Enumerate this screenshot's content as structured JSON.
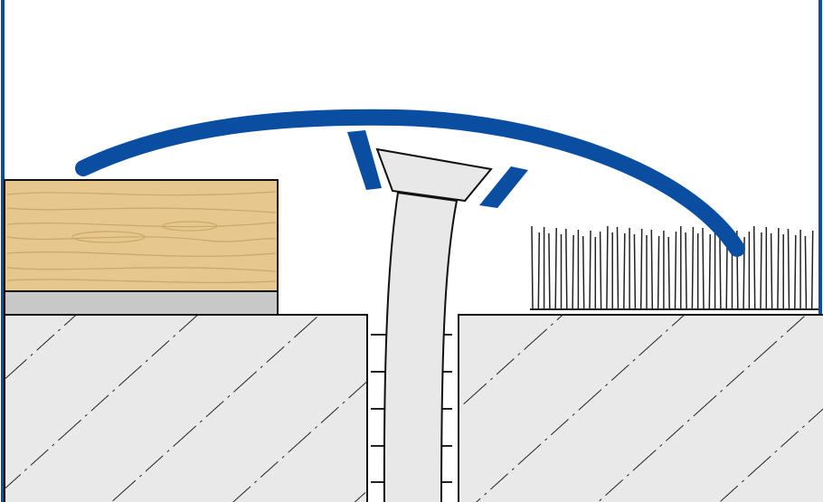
{
  "diagram": {
    "subject": "floor-transition-profile-cross-section",
    "colors": {
      "profile": "#0a4ea2",
      "frame": "#0a4ea2",
      "wood": "#e6c78e",
      "wood_grain": "#c9a464",
      "underlay": "#c8c8c8",
      "concrete": "#e9e9e9",
      "screw": "#e8e8e8",
      "outline": "#111111"
    },
    "parts": [
      "wood-floor-board",
      "underlay",
      "concrete-slab-left",
      "concrete-slab-right",
      "transition-profile",
      "screw",
      "wall-plug",
      "carpet-pile"
    ]
  }
}
